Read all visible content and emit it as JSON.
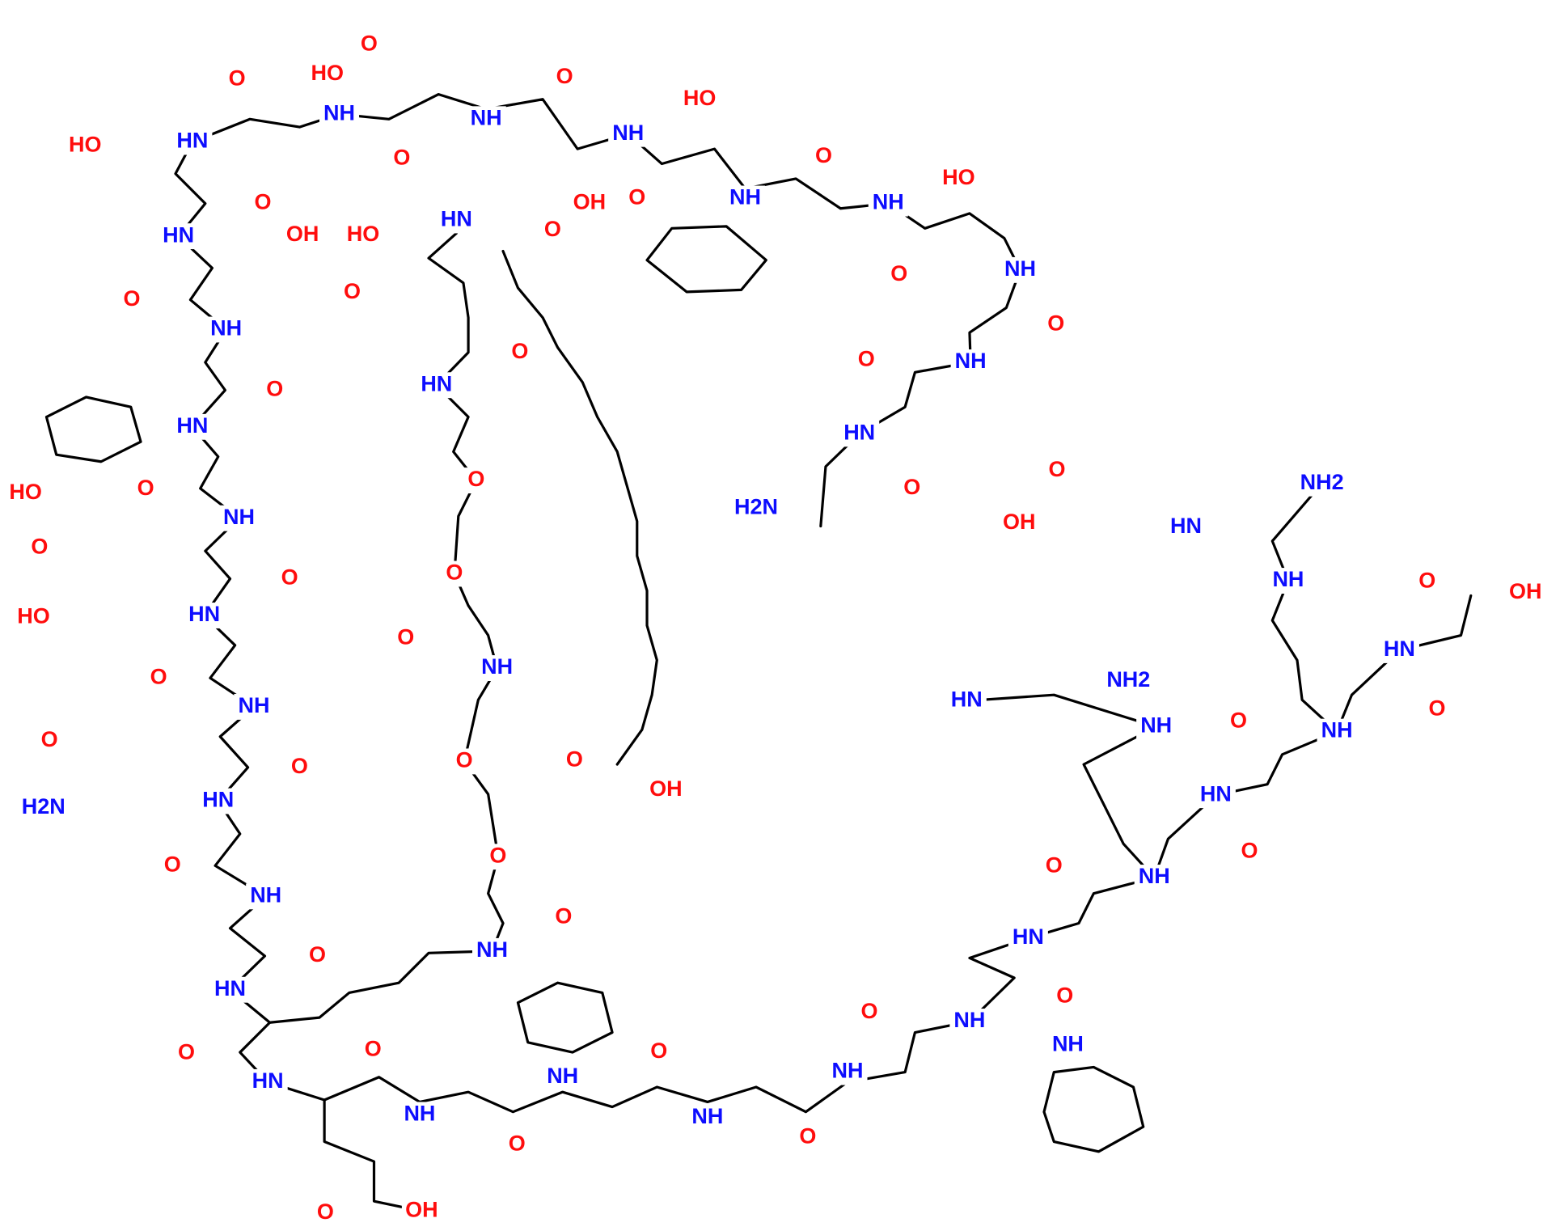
{
  "diagram": {
    "type": "chemical-structure",
    "colors": {
      "oxygen": "#ff0d0d",
      "nitrogen": "#0d0dff",
      "bond": "#000000"
    },
    "oxygen_labels": [
      "O",
      "HO",
      "O",
      "O",
      "HO",
      "HO",
      "O",
      "O",
      "OH",
      "O",
      "O",
      "HO",
      "OH",
      "HO",
      "O",
      "O",
      "O",
      "O",
      "O",
      "O",
      "O",
      "O",
      "HO",
      "O",
      "O",
      "O",
      "O",
      "O",
      "O",
      "O",
      "HO",
      "OH",
      "O",
      "O",
      "O",
      "OH",
      "O",
      "O",
      "O",
      "O",
      "OH",
      "O",
      "O",
      "O",
      "O",
      "O",
      "O",
      "O",
      "O",
      "O",
      "O",
      "O",
      "O",
      "O",
      "O",
      "O",
      "O",
      "OH"
    ],
    "nitrogen_labels": [
      "NH",
      "HN",
      "NH",
      "NH",
      "NH",
      "NH",
      "HN",
      "HN",
      "NH",
      "NH",
      "HN",
      "NH",
      "HN",
      "HN",
      "NH",
      "H2N",
      "NH2",
      "HN",
      "HN",
      "NH",
      "NH",
      "HN",
      "NH",
      "HN",
      "NH2",
      "NH",
      "NH",
      "H2N",
      "HN",
      "HN",
      "NH",
      "NH",
      "NH",
      "HN",
      "HN",
      "NH",
      "NH",
      "HN",
      "NH",
      "NH",
      "NH",
      "NH"
    ]
  }
}
